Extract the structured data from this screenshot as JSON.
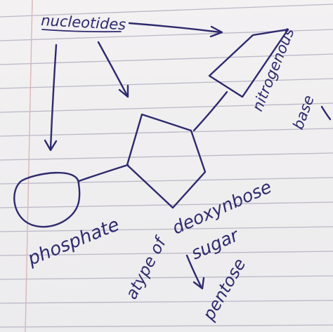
{
  "labels": {
    "nucleotides": "nucleotides",
    "nitrogenous": "nitrogenous",
    "base": "base",
    "phosphate": "phosphate",
    "deoxyribose": "deoxynbose",
    "sugar": "sugar",
    "a_type_of": "atype of",
    "pentose": "pentose"
  },
  "colors": {
    "ink": "#2e2a6e",
    "paper": "#f3f1f2",
    "rule_line": "#b9b8c6",
    "margin_line": "#d8b7b9"
  }
}
